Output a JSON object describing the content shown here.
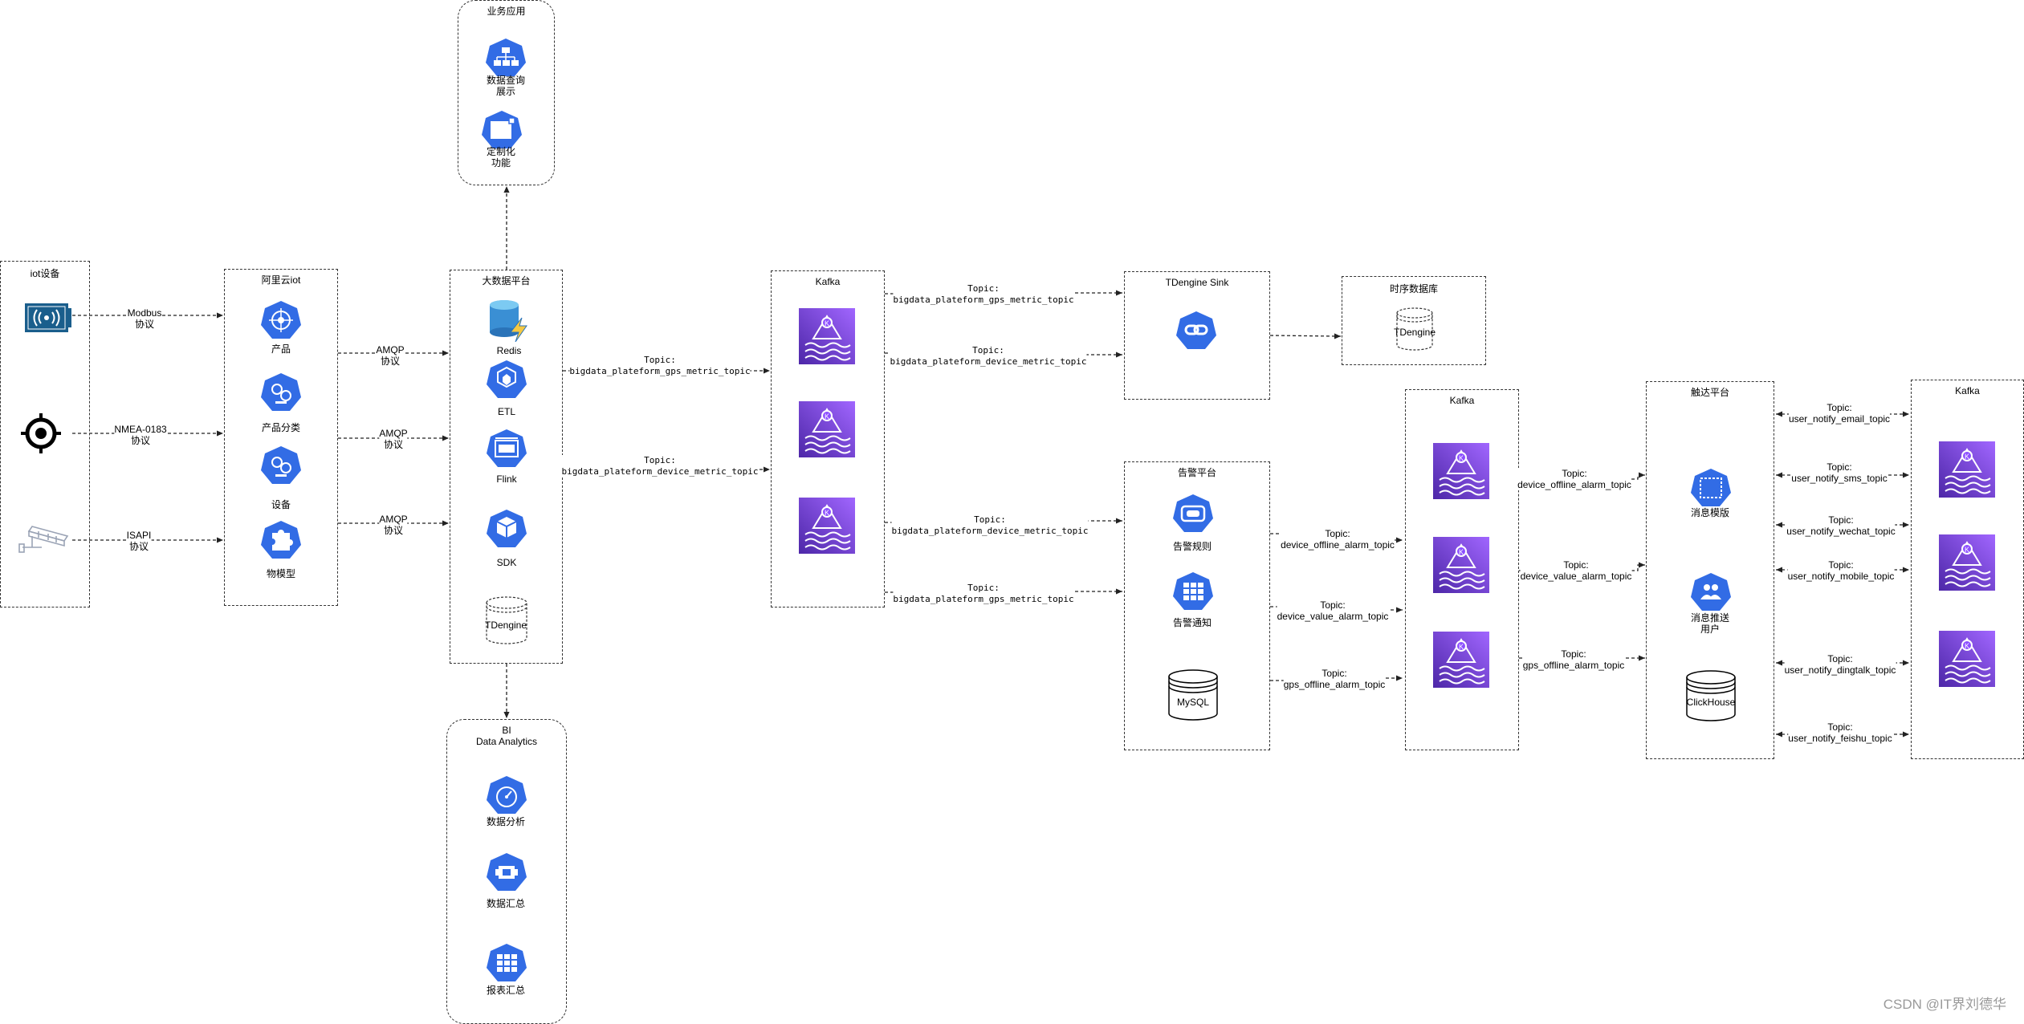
{
  "watermark": "CSDN @IT界刘德华",
  "groups": {
    "iot": {
      "title": "iot设备"
    },
    "aliyun": {
      "title": "阿里云iot",
      "items": [
        "产品",
        "产品分类",
        "设备",
        "物模型"
      ]
    },
    "bigdata": {
      "title": "大数据平台",
      "items": [
        "Redis",
        "ETL",
        "Flink",
        "SDK",
        "TDengine"
      ]
    },
    "biz": {
      "title": "业务应用",
      "items": [
        "数据查询\n展示",
        "定制化\n功能"
      ]
    },
    "bi": {
      "title": "BI\nData Analytics",
      "items": [
        "数据分析",
        "数据汇总",
        "报表汇总"
      ]
    },
    "kafka1": {
      "title": "Kafka"
    },
    "tdsink": {
      "title": "TDengine Sink"
    },
    "tsdb": {
      "title": "时序数据库",
      "item": "TDengine"
    },
    "alarm": {
      "title": "告警平台",
      "items": [
        "告警规则",
        "告警通知",
        "MySQL"
      ]
    },
    "kafka2": {
      "title": "Kafka"
    },
    "reach": {
      "title": "触达平台",
      "items": [
        "消息模版",
        "消息推送\n用户",
        "ClickHouse"
      ]
    },
    "kafka3": {
      "title": "Kafka"
    }
  },
  "edges": {
    "modbus": "Modbus\n协议",
    "nmea": "NMEA-0183\n协议",
    "isapi": "ISAPI\n协议",
    "amqp1": "AMQP\n协议",
    "amqp2": "AMQP\n协议",
    "amqp3": "AMQP\n协议",
    "bd_gps": "Topic:\nbigdata_plateform_gps_metric_topic",
    "bd_dev": "Topic:\nbigdata_plateform_device_metric_topic",
    "k_sink_gps": "Topic:\nbigdata_plateform_gps_metric_topic",
    "k_sink_dev": "Topic:\nbigdata_plateform_device_metric_topic",
    "k_alarm_dev": "Topic:\nbigdata_plateform_device_metric_topic",
    "k_alarm_gps": "Topic:\nbigdata_plateform_gps_metric_topic",
    "al_offline": "Topic:\ndevice_offline_alarm_topic",
    "al_value": "Topic:\ndevice_value_alarm_topic",
    "al_gps": "Topic:\ngps_offline_alarm_topic",
    "k2_offline": "Topic:\ndevice_offline_alarm_topic",
    "k2_value": "Topic:\ndevice_value_alarm_topic",
    "k2_gps": "Topic:\ngps_offline_alarm_topic",
    "n_email": "Topic:\nuser_notify_email_topic",
    "n_sms": "Topic:\nuser_notify_sms_topic",
    "n_wechat": "Topic:\nuser_notify_wechat_topic",
    "n_mobile": "Topic:\nuser_notify_mobile_topic",
    "n_ding": "Topic:\nuser_notify_dingtalk_topic",
    "n_feishu": "Topic:\nuser_notify_feishu_topic"
  },
  "colors": {
    "k8s_blue": "#326ce5",
    "kafka_purple": "#8c4fff",
    "iot_teal": "#1a5e8c"
  }
}
